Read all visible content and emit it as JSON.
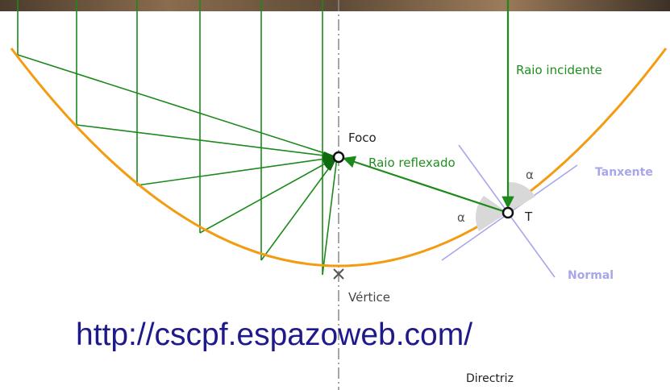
{
  "labels": {
    "focus": "Foco",
    "incident_ray": "Raio incidente",
    "reflected_ray": "Raio reflexado",
    "tangent": "Tanxente",
    "normal": "Normal",
    "vertex": "Vértice",
    "point": "T",
    "angle_right": "α",
    "angle_left": "α",
    "directrix": "Directriz"
  },
  "url": "http://cscpf.espazoweb.com/",
  "colors": {
    "parabola": "#f39c12",
    "rays": "#1b8a1b",
    "ray_label": "#1f8f1f",
    "tangent_normal": "#a7a6ea",
    "url": "#1f1a8c",
    "axis": "#888888",
    "angle_fill": "#d8d8d8",
    "photo_strip": "#6e5a45"
  }
}
